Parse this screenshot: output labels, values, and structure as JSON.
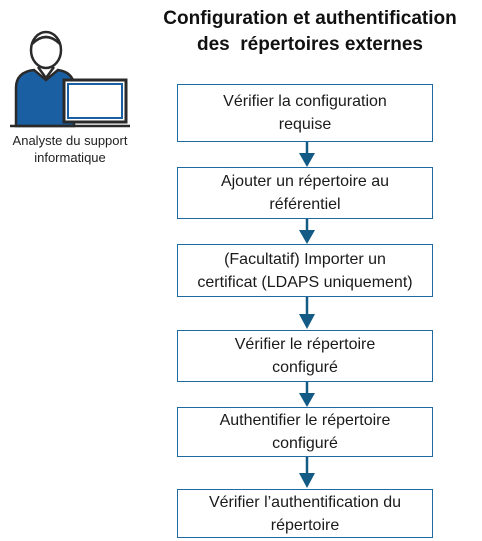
{
  "title": {
    "line1": "Configuration et authentification",
    "line2": "des  répertoires externes"
  },
  "role": {
    "label_line1": "Analyste du support",
    "label_line2": "informatique",
    "icon": "person-at-computer-icon",
    "colors": {
      "shirt": "#1b5fa3",
      "monitor": "#1b5fa3",
      "screen": "#ffffff",
      "outline": "#2a2a2a"
    }
  },
  "steps": [
    {
      "line1": "Vérifier la configuration",
      "line2": "requise"
    },
    {
      "line1": "Ajouter un répertoire au",
      "line2": "référentiel"
    },
    {
      "line1": "(Facultatif) Importer un",
      "line2": "certificat (LDAPS uniquement)"
    },
    {
      "line1": "Vérifier le répertoire",
      "line2": "configuré"
    },
    {
      "line1": "Authentifier le répertoire",
      "line2": "configuré"
    },
    {
      "line1": "Vérifier l’authentification du",
      "line2": "répertoire"
    }
  ],
  "colors": {
    "box_border": "#1f6aa0",
    "arrow": "#135a84"
  }
}
